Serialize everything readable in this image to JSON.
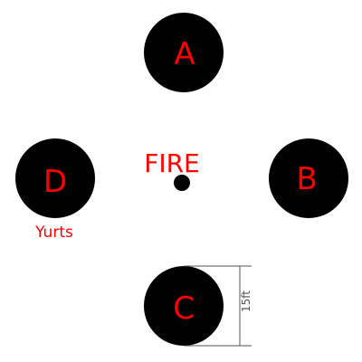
{
  "colors": {
    "background": "#ffffff",
    "yurt_fill": "#000000",
    "label_red": "#ff0000",
    "dimension_line": "#555555",
    "dimension_text": "#555555"
  },
  "yurts": [
    {
      "id": "a",
      "label": "A"
    },
    {
      "id": "b",
      "label": "B"
    },
    {
      "id": "c",
      "label": "C"
    },
    {
      "id": "d",
      "label": "D"
    }
  ],
  "fire": {
    "label": "FIRE"
  },
  "legend": {
    "yurts_label": "Yurts"
  },
  "dimension": {
    "label": "15ft"
  }
}
